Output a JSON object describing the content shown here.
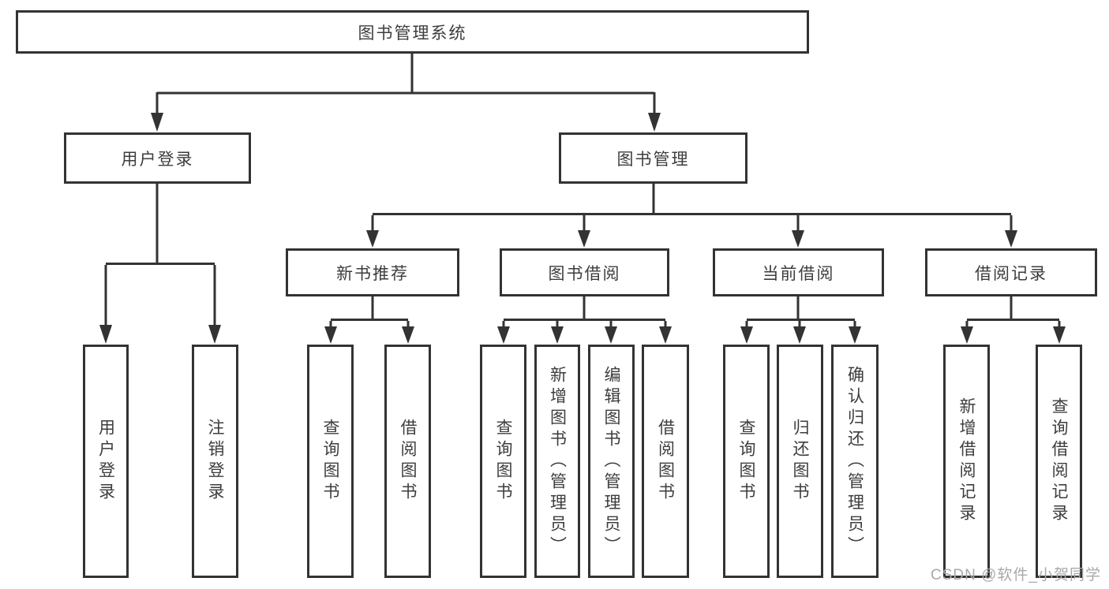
{
  "diagram": {
    "root": {
      "label": "图书管理系统"
    },
    "level2": [
      {
        "label": "用户登录"
      },
      {
        "label": "图书管理"
      }
    ],
    "level3": [
      {
        "label": "新书推荐"
      },
      {
        "label": "图书借阅"
      },
      {
        "label": "当前借阅"
      },
      {
        "label": "借阅记录"
      }
    ],
    "leaves": {
      "user_login": [
        "用户登录",
        "注销登录"
      ],
      "new_book_recommend": [
        "查询图书",
        "借阅图书"
      ],
      "book_borrowing": [
        "查询图书",
        "新增图书（管理员）",
        "编辑图书（管理员）",
        "借阅图书"
      ],
      "current_borrowing": [
        "查询图书",
        "归还图书",
        "确认归还（管理员）"
      ],
      "borrowing_records": [
        "新增借阅记录",
        "查询借阅记录"
      ]
    }
  },
  "watermark": {
    "text": "CSDN @软件_小贺同学"
  },
  "colors": {
    "line": "#333333",
    "box_border": "#333333",
    "text": "#3d3d3d",
    "watermark": "#a9a9a9",
    "background": "#ffffff"
  }
}
